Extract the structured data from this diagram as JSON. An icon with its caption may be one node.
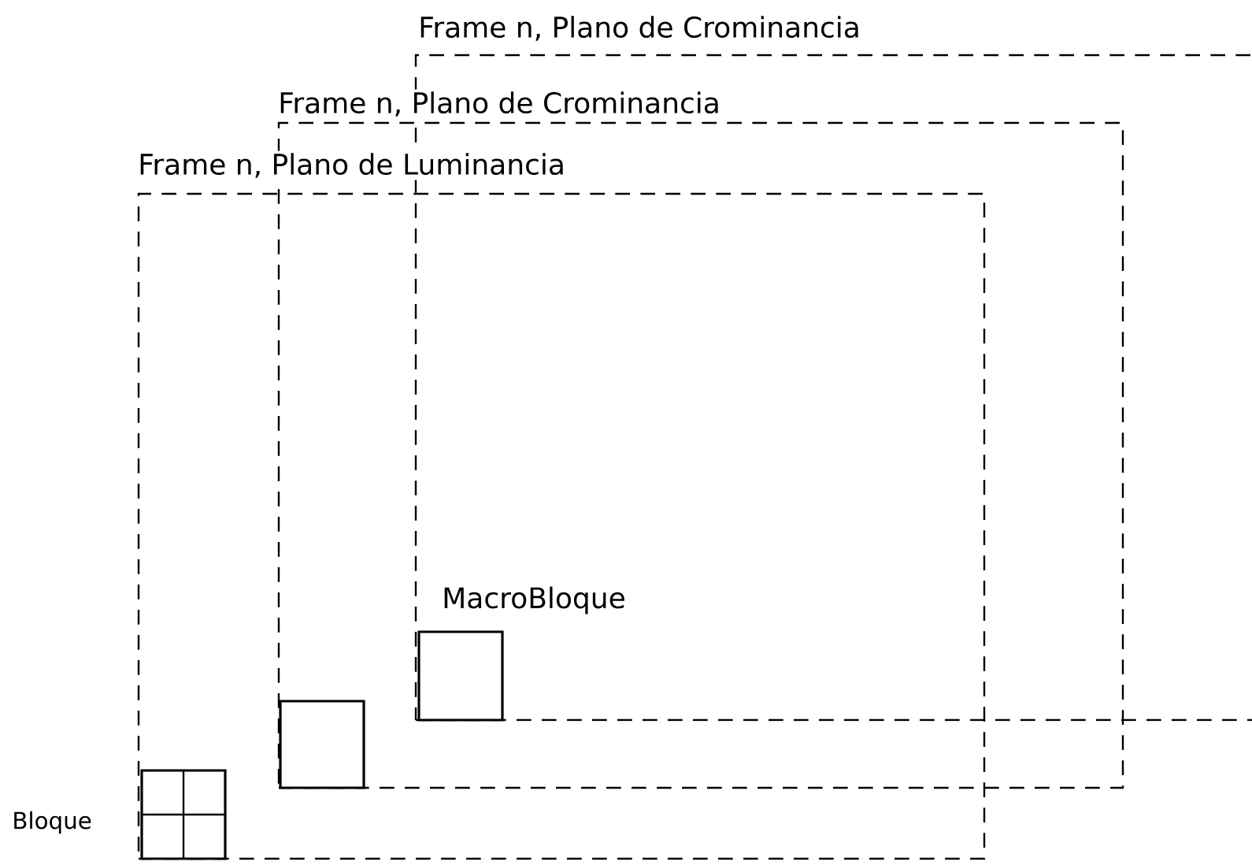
{
  "diagram": {
    "nodes": [
      {
        "text": [],
        "shape": "box"
      },
      {
        "text": [],
        "shape": "box"
      },
      {
        "text": [],
        "shape": "box"
      },
      {
        "text": [],
        "shape": "box",
        "in": 0,
        "beside": [
          "Bloque"
        ]
      },
      {
        "text": [],
        "shape": "box"
      },
      {
        "text": [],
        "shape": "box"
      }
    ],
    "labels": [
      "Frame n, Plano de Crominancia",
      "Frame n, Plano de Crominancia",
      "Frame n, Plano de Luminancia",
      "MacroBloque"
    ]
  }
}
